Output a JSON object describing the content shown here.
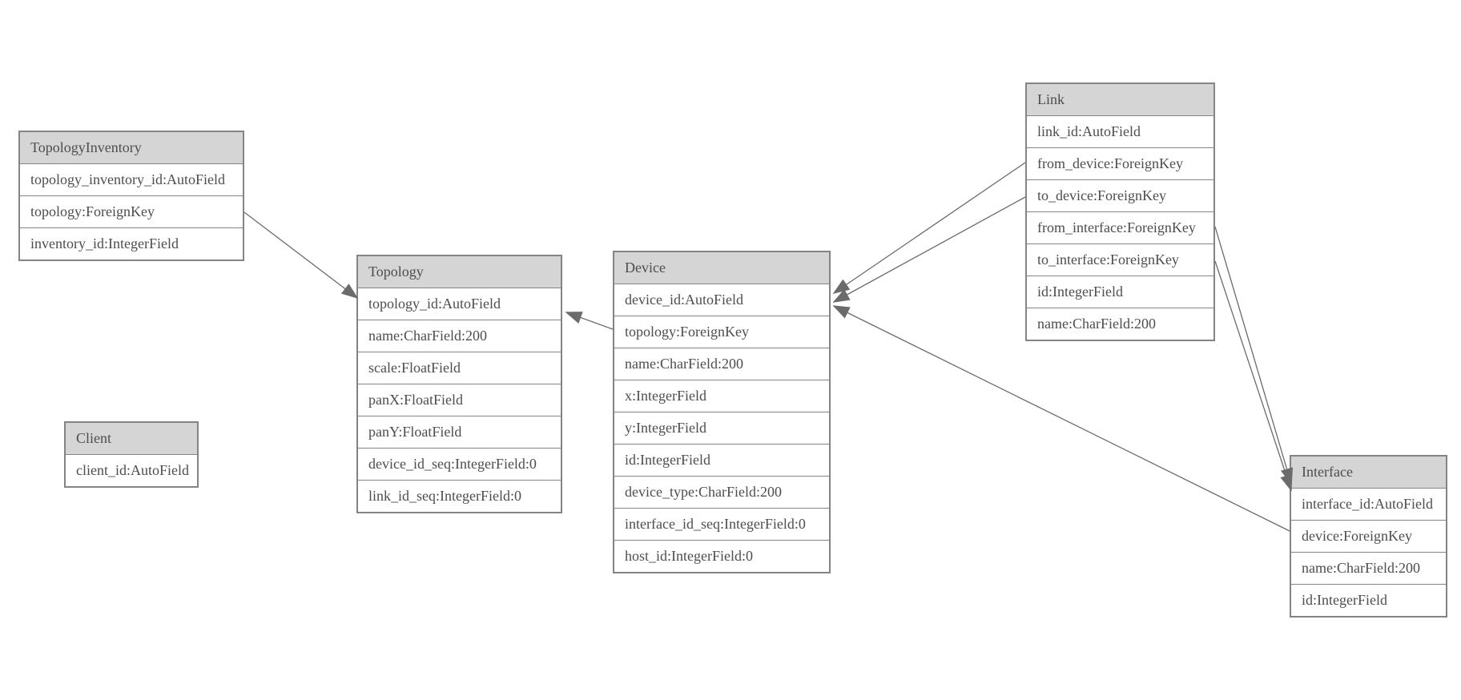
{
  "diagram": {
    "type": "entity-relationship-model-graph",
    "colors": {
      "background": "#ffffff",
      "header_fill": "#d5d5d5",
      "border": "#848484",
      "text": "#4d4d4d",
      "edge_line": "#6b6b6b",
      "arrowhead_fill": "#6b6b6b"
    },
    "tables": [
      {
        "title": "TopologyInventory",
        "rows": [
          "topology_inventory_id:AutoField",
          "topology:ForeignKey",
          "inventory_id:IntegerField"
        ]
      },
      {
        "title": "Topology",
        "rows": [
          "topology_id:AutoField",
          "name:CharField:200",
          "scale:FloatField",
          "panX:FloatField",
          "panY:FloatField",
          "device_id_seq:IntegerField:0",
          "link_id_seq:IntegerField:0"
        ]
      },
      {
        "title": "Client",
        "rows": [
          "client_id:AutoField"
        ]
      },
      {
        "title": "Device",
        "rows": [
          "device_id:AutoField",
          "topology:ForeignKey",
          "name:CharField:200",
          "x:IntegerField",
          "y:IntegerField",
          "id:IntegerField",
          "device_type:CharField:200",
          "interface_id_seq:IntegerField:0",
          "host_id:IntegerField:0"
        ]
      },
      {
        "title": "Link",
        "rows": [
          "link_id:AutoField",
          "from_device:ForeignKey",
          "to_device:ForeignKey",
          "from_interface:ForeignKey",
          "to_interface:ForeignKey",
          "id:IntegerField",
          "name:CharField:200"
        ]
      },
      {
        "title": "Interface",
        "rows": [
          "interface_id:AutoField",
          "device:ForeignKey",
          "name:CharField:200",
          "id:IntegerField"
        ]
      }
    ],
    "relationships": [
      {
        "from": "TopologyInventory.topology",
        "to": "Topology.topology_id"
      },
      {
        "from": "Device.topology",
        "to": "Topology.topology_id"
      },
      {
        "from": "Link.from_device",
        "to": "Device.device_id"
      },
      {
        "from": "Link.to_device",
        "to": "Device.device_id"
      },
      {
        "from": "Link.from_interface",
        "to": "Interface.interface_id"
      },
      {
        "from": "Link.to_interface",
        "to": "Interface.interface_id"
      },
      {
        "from": "Interface.device",
        "to": "Device.device_id"
      }
    ]
  }
}
